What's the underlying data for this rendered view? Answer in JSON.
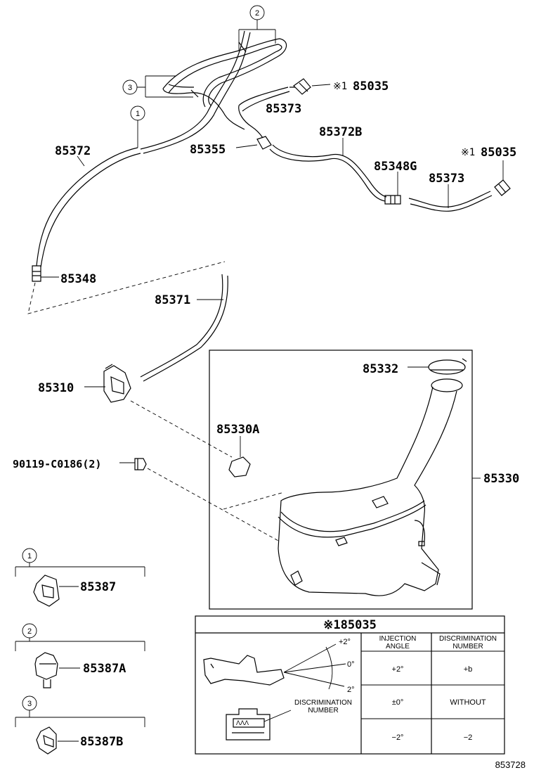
{
  "diagram_id": "853728",
  "callouts": {
    "c2": "2",
    "c3": "3",
    "c1": "1"
  },
  "parts": {
    "p85035_top": "85035",
    "p85035_top_mark": "※1",
    "p85373_top": "85373",
    "p85372": "85372",
    "p85355": "85355",
    "p85372B": "85372B",
    "p85035_right": "85035",
    "p85035_right_mark": "※1",
    "p85348G": "85348G",
    "p85373_right": "85373",
    "p85348": "85348",
    "p85371": "85371",
    "p85332": "85332",
    "p85310": "85310",
    "p85330A": "85330A",
    "p90119": "90119-C0186(2)",
    "p85330": "85330"
  },
  "clips": [
    {
      "index": "1",
      "part": "85387"
    },
    {
      "index": "2",
      "part": "85387A"
    },
    {
      "index": "3",
      "part": "85387B"
    }
  ],
  "nozzle_table": {
    "title": "※185035",
    "angles": [
      "+2°",
      "0°",
      "2°"
    ],
    "disc_label": "DISCRIMINATION\nNUMBER",
    "headers": [
      "INJECTION\nANGLE",
      "DISCRIMINATION\nNUMBER"
    ],
    "rows": [
      [
        "+2°",
        "+b"
      ],
      [
        "±0°",
        "WITHOUT"
      ],
      [
        "−2°",
        "−2"
      ]
    ]
  }
}
